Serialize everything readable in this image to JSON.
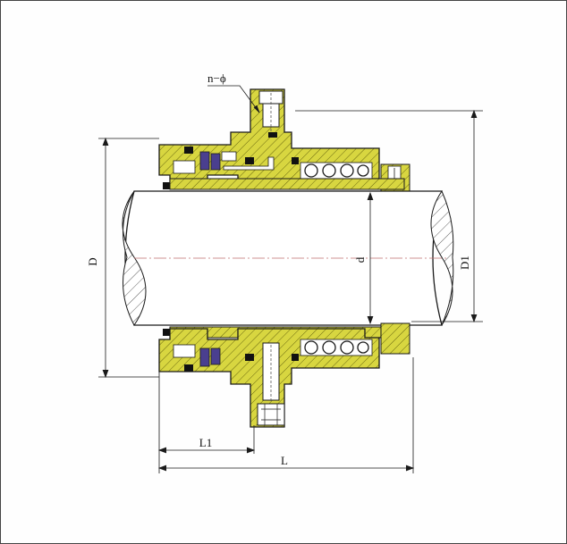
{
  "labels": {
    "n_phi": "n−ϕ",
    "D": "D",
    "d": "d",
    "D1": "D1",
    "L1": "L1",
    "L": "L"
  },
  "colors": {
    "metal": "#d8d640",
    "hatch": "#6b6a10",
    "outline": "#1a1a1a",
    "oring": "#111111",
    "face": "#4a3f8f",
    "shaft": "#ffffff",
    "centerline": "#c07070"
  }
}
